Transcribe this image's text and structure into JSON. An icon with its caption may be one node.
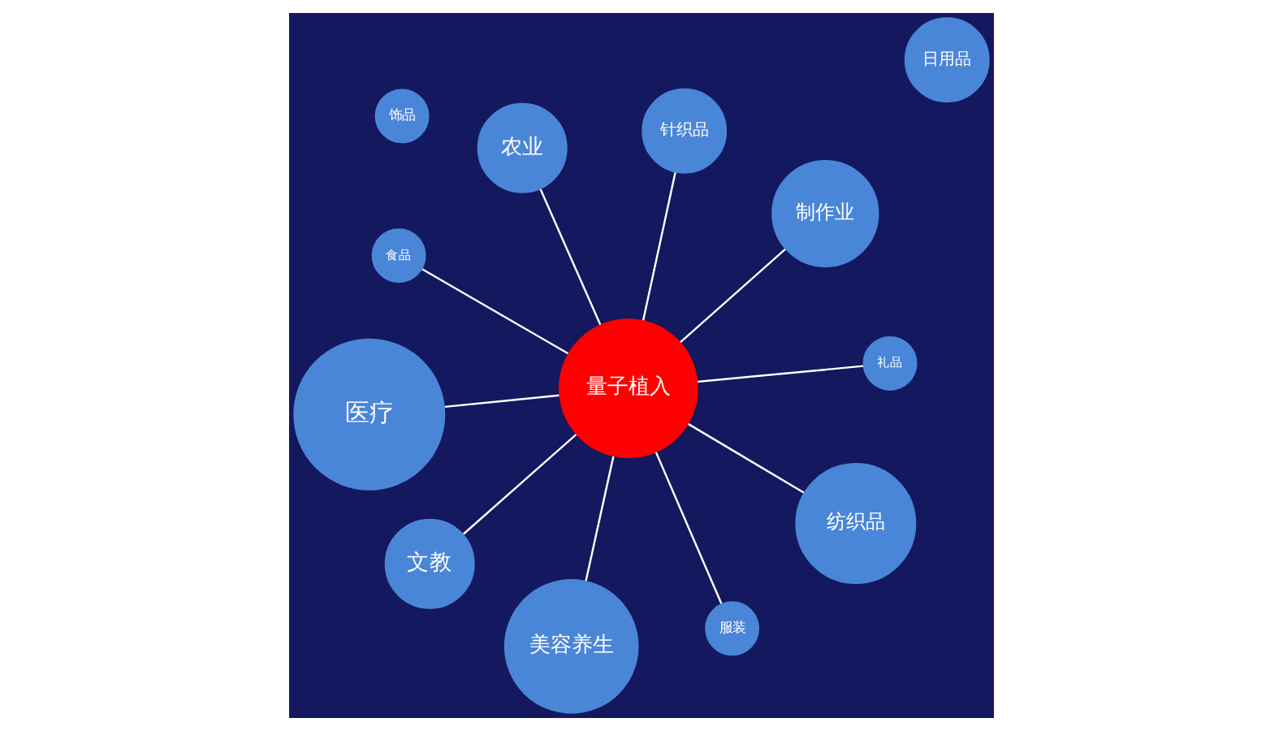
{
  "diagram": {
    "nodes": [
      {
        "text": [
          "日用品"
        ]
      },
      {
        "text": [
          "食品"
        ]
      },
      {
        "text": [
          "制作业"
        ]
      },
      {
        "text": [
          "美容养生"
        ]
      },
      {
        "text": [
          "饰品"
        ]
      },
      {
        "text": [
          "针织品"
        ]
      },
      {
        "text": [
          "量子植入"
        ]
      },
      {
        "text": [
          "农业"
        ]
      },
      {
        "text": [
          "文教"
        ]
      },
      {
        "text": [
          "礼品"
        ]
      },
      {
        "text": [
          "医疗"
        ]
      },
      {
        "text": [
          "纺织品"
        ]
      },
      {
        "text": [
          "服装"
        ]
      }
    ],
    "edges": [
      {
        "from": 6,
        "to": 2,
        "arrow": "none"
      },
      {
        "from": 6,
        "to": 1,
        "arrow": "none"
      },
      {
        "from": 6,
        "to": 3,
        "arrow": "none"
      },
      {
        "from": 6,
        "to": 5,
        "arrow": "none"
      },
      {
        "from": 6,
        "to": 7,
        "arrow": "none"
      },
      {
        "from": 6,
        "to": 8,
        "arrow": "none"
      },
      {
        "from": 6,
        "to": 9,
        "arrow": "none"
      },
      {
        "from": 6,
        "to": 10,
        "arrow": "none"
      },
      {
        "from": 6,
        "to": 11,
        "arrow": "none"
      },
      {
        "from": 6,
        "to": 12,
        "arrow": "none"
      }
    ]
  }
}
